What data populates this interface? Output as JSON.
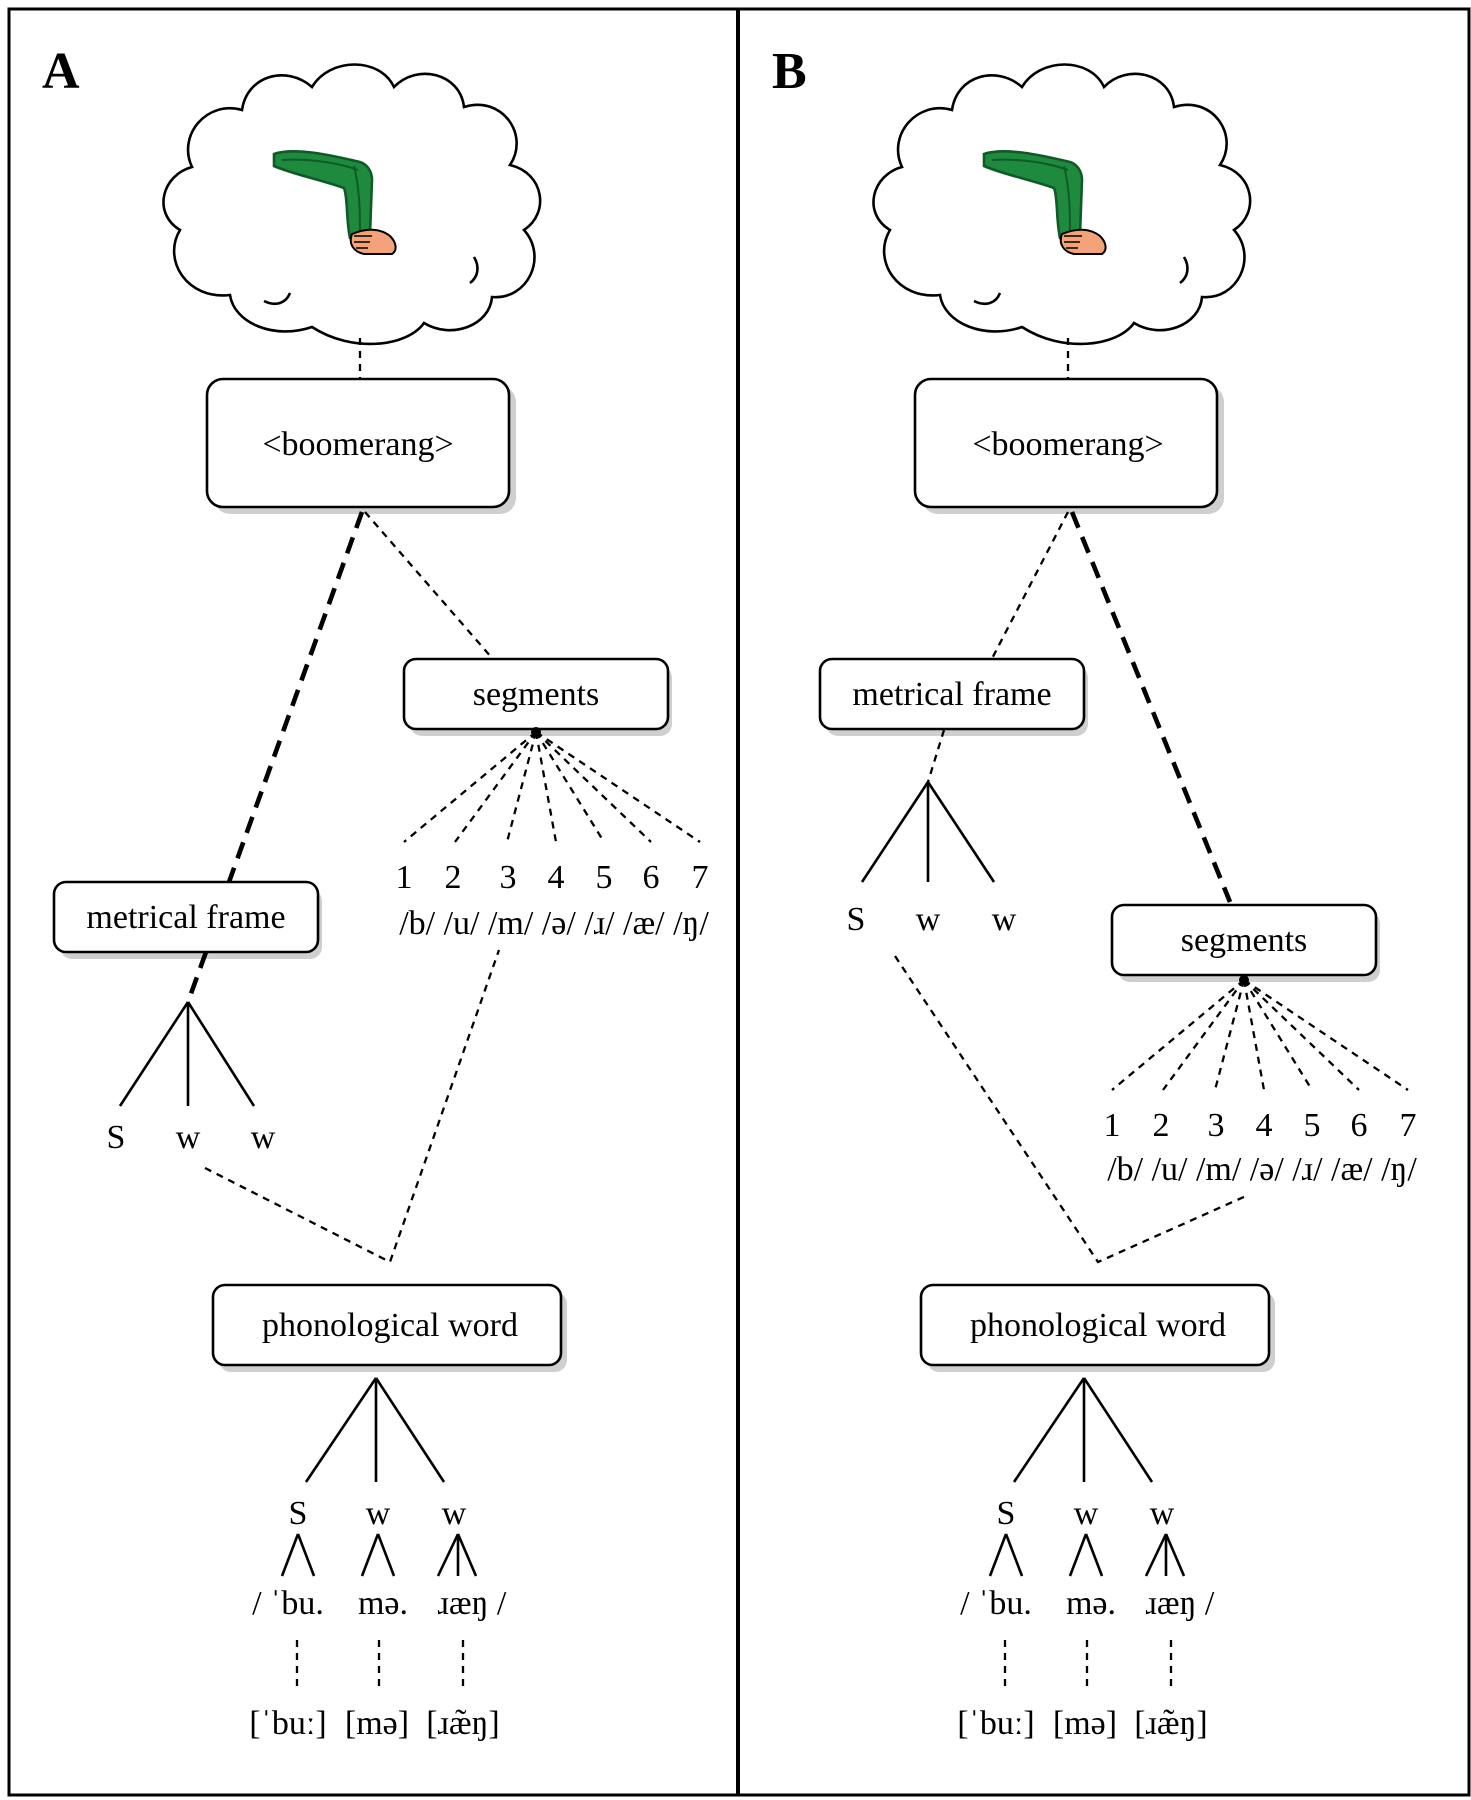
{
  "panels": [
    {
      "label": "A",
      "concept_box": "<boomerang>",
      "metrical_box": "metrical frame",
      "segments_box": "segments",
      "phonword_box": "phonological word",
      "metrical_tree": [
        "S",
        "w",
        "w"
      ],
      "segment_numbers": [
        "1",
        "2",
        "3",
        "4",
        "5",
        "6",
        "7"
      ],
      "segment_phonemes": "/b/ /u/ /m/ /ə/ /ɹ/ /æ/ /ŋ/",
      "word_tree": [
        "S",
        "w",
        "w"
      ],
      "syllables": [
        "/ ˈbu.",
        "mə.",
        "ɹæŋ /"
      ],
      "phonetic": [
        "[ˈbuː]",
        "[mə]",
        "[ɹæ̃ŋ]"
      ]
    },
    {
      "label": "B",
      "concept_box": "<boomerang>",
      "metrical_box": "metrical frame",
      "segments_box": "segments",
      "phonword_box": "phonological word",
      "metrical_tree": [
        "S",
        "w",
        "w"
      ],
      "segment_numbers": [
        "1",
        "2",
        "3",
        "4",
        "5",
        "6",
        "7"
      ],
      "segment_phonemes": "/b/ /u/ /m/ /ə/ /ɹ/ /æ/ /ŋ/",
      "word_tree": [
        "S",
        "w",
        "w"
      ],
      "syllables": [
        "/ ˈbu.",
        "mə.",
        "ɹæŋ /"
      ],
      "phonetic": [
        "[ˈbuː]",
        "[mə]",
        "[ɹæ̃ŋ]"
      ]
    }
  ],
  "colors": {
    "boomerang": "#1e8a3e",
    "boomerang_dark": "#0f5a26",
    "hand": "#f4a27a"
  },
  "icons": [
    "thought-cloud-icon",
    "boomerang-icon",
    "hand-icon"
  ]
}
